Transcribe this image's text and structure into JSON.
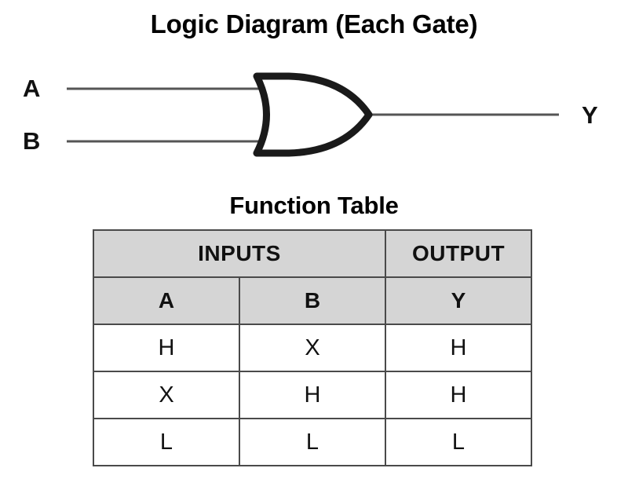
{
  "diagram": {
    "title": "Logic Diagram (Each Gate)",
    "gate_type": "or-gate",
    "inputs": [
      {
        "label": "A"
      },
      {
        "label": "B"
      }
    ],
    "output": {
      "label": "Y"
    },
    "colors": {
      "gate_outline": "#1a1a1a",
      "wire": "#555555",
      "background": "#ffffff"
    }
  },
  "function_table": {
    "title": "Function Table",
    "group_headers": [
      {
        "label": "INPUTS",
        "span": 2
      },
      {
        "label": "OUTPUT",
        "span": 1
      }
    ],
    "column_headers": [
      "A",
      "B",
      "Y"
    ],
    "rows": [
      [
        "H",
        "X",
        "H"
      ],
      [
        "X",
        "H",
        "H"
      ],
      [
        "L",
        "L",
        "L"
      ]
    ],
    "colors": {
      "header_fill": "#d5d5d5",
      "border": "#4a4a4a",
      "cell_fill": "#ffffff",
      "text": "#111111"
    }
  }
}
